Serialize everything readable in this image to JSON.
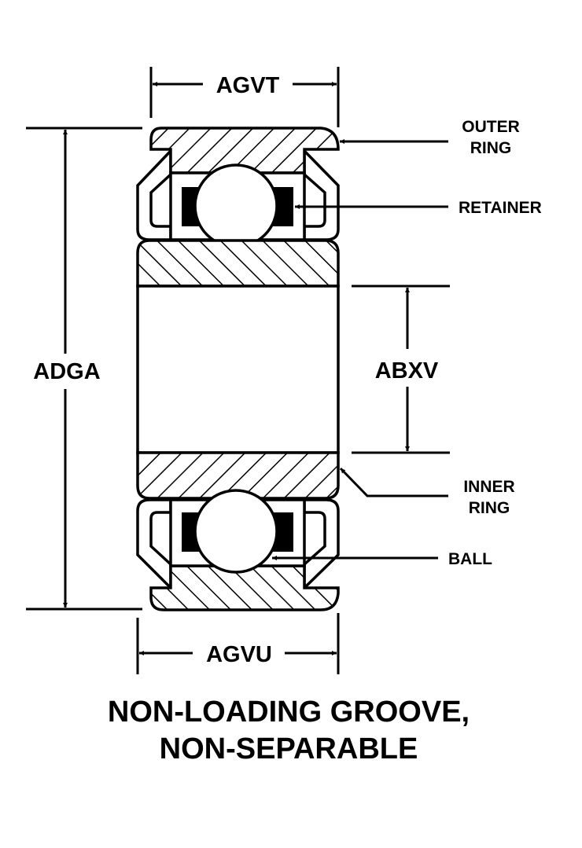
{
  "diagram": {
    "type": "ball-bearing-cross-section",
    "title": {
      "line1": "NON-LOADING GROOVE,",
      "line2": "NON-SEPARABLE"
    },
    "dimensions": {
      "top_width": "AGVT",
      "bottom_width": "AGVU",
      "outer_diameter": "ADGA",
      "bore_diameter": "ABXV"
    },
    "callouts": {
      "outer_ring": {
        "line1": "OUTER",
        "line2": "RING"
      },
      "retainer": "RETAINER",
      "inner_ring": {
        "line1": "INNER",
        "line2": "RING"
      },
      "ball": "BALL"
    },
    "colors": {
      "ink": "#000000",
      "background": "#ffffff"
    }
  }
}
